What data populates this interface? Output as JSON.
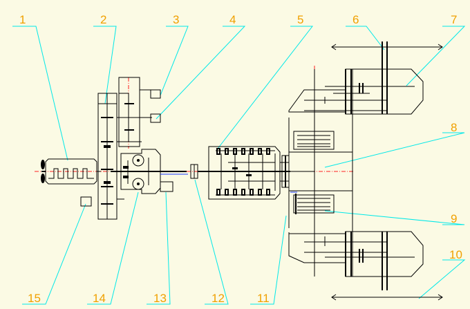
{
  "labels": [
    "1",
    "2",
    "3",
    "4",
    "5",
    "6",
    "7",
    "8",
    "9",
    "10",
    "11",
    "12",
    "13",
    "14",
    "15"
  ],
  "colors": {
    "background": "#fbfae4",
    "label_text": "#f0a000",
    "leader_line": "#00e8e8",
    "drawing": "#000000",
    "center_line": "#ff2020",
    "shaft_accent": "#1a3aff"
  }
}
